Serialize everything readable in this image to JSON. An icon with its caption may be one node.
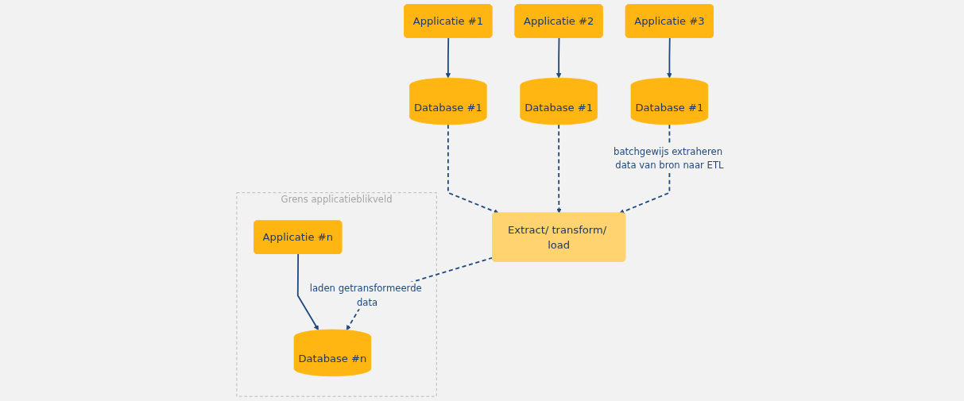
{
  "diagram": {
    "nodes": [
      {
        "text": [
          "Applicatie #1"
        ]
      },
      {
        "text": [
          "Applicatie #2"
        ]
      },
      {
        "text": [
          "Applicatie #3"
        ]
      },
      {
        "text": [
          "Grens applicatieblikveld"
        ]
      },
      {
        "text": [
          "Applicatie #n"
        ],
        "in": 3
      },
      {
        "text": [
          "Database #1"
        ]
      },
      {
        "text": [
          "Database #1"
        ]
      },
      {
        "text": [
          "Database #1"
        ]
      },
      {
        "text": [
          "Extract/ transform/ load"
        ]
      },
      {
        "text": [
          "Database #n"
        ],
        "in": 3
      }
    ],
    "edges": [
      {
        "from": 0,
        "to": 5,
        "arrow": "to"
      },
      {
        "from": 1,
        "to": 6,
        "arrow": "to"
      },
      {
        "from": 2,
        "to": 7,
        "arrow": "to"
      },
      {
        "from": 4,
        "to": 9,
        "arrow": "to"
      },
      {
        "from": 5,
        "to": 8,
        "arrow": "to",
        "style": "dashed"
      },
      {
        "from": 6,
        "to": 8,
        "arrow": "to",
        "style": "dashed"
      },
      {
        "from": 7,
        "to": 8,
        "arrow": "to",
        "style": "dashed",
        "label": "batchgewijs extraheren data van bron naar ETL"
      },
      {
        "from": 8,
        "to": 9,
        "arrow": "to",
        "style": "dashed",
        "label": "laden getransformeerde data"
      }
    ]
  }
}
